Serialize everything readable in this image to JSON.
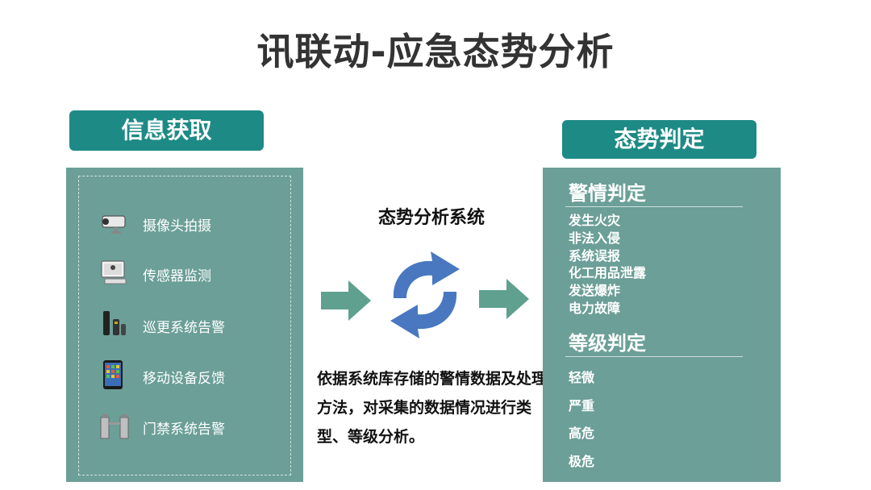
{
  "title": "讯联动-应急态势分析",
  "left": {
    "tab_label": "信息获取",
    "items": [
      {
        "label": "摄像头拍摄",
        "icon": "camera-icon"
      },
      {
        "label": "传感器监测",
        "icon": "monitor-icon"
      },
      {
        "label": "巡更系统告警",
        "icon": "patrol-device-icon"
      },
      {
        "label": "移动设备反馈",
        "icon": "mobile-phone-icon"
      },
      {
        "label": "门禁系统告警",
        "icon": "turnstile-gate-icon"
      }
    ]
  },
  "center": {
    "system_title": "态势分析系统",
    "description": "依据系统库存储的警情数据及处理方法，对采集的数据情况进行类型、等级分析。",
    "colors": {
      "arrow": "#5fa08f",
      "cycle": "#4a78c0"
    }
  },
  "right": {
    "tab_label": "态势判定",
    "alarm_heading": "警情判定",
    "alarm_items": [
      "发生火灾",
      "非法入侵",
      "系统误报",
      "化工用品泄露",
      "发送爆炸",
      "电力故障"
    ],
    "level_heading": "等级判定",
    "level_items": [
      "轻微",
      "严重",
      "高危",
      "极危"
    ]
  },
  "colors": {
    "tab": "#1e8a86",
    "panel": "#6b9f98"
  }
}
